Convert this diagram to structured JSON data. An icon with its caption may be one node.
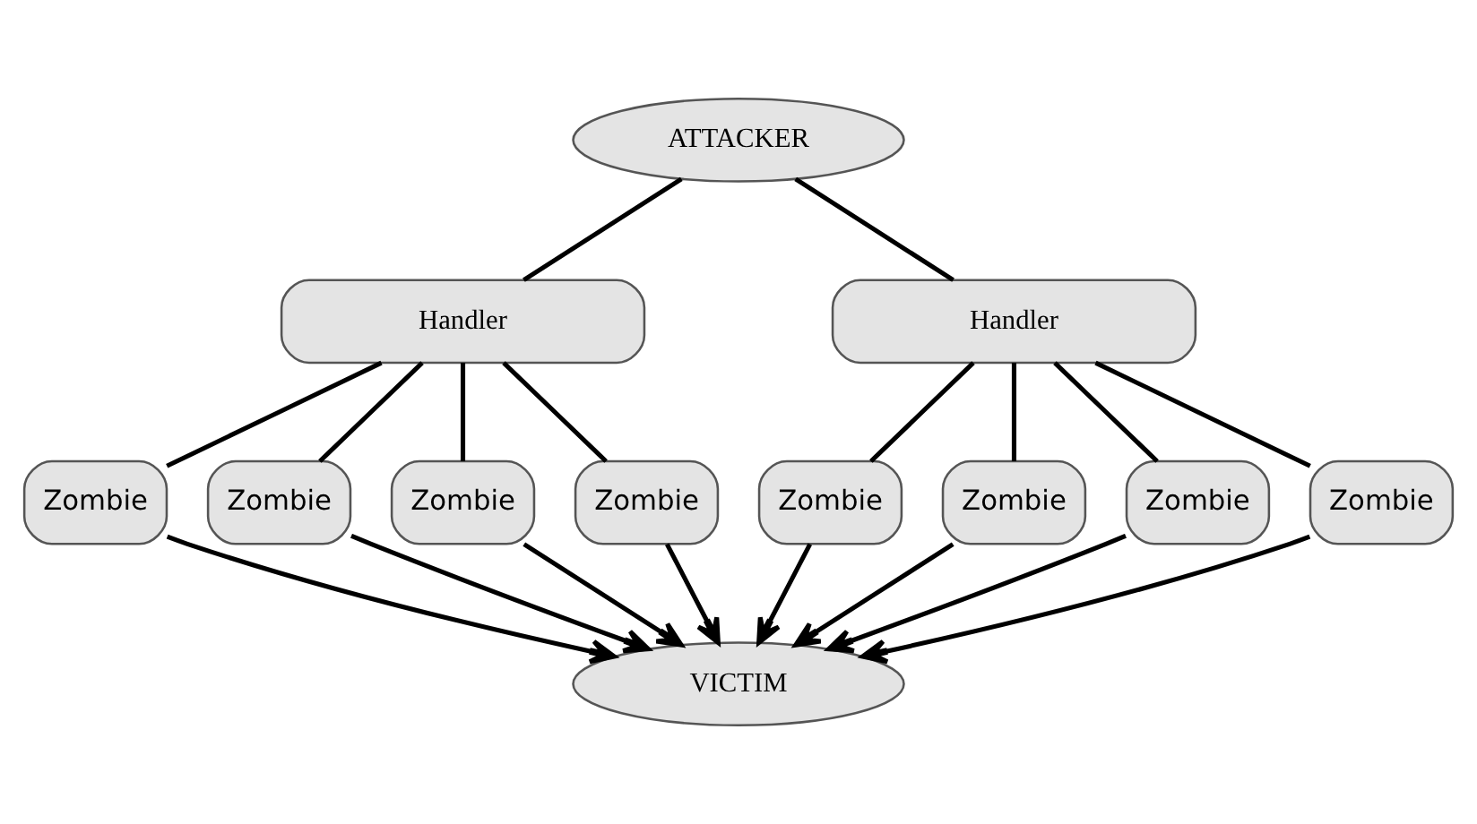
{
  "diagram": {
    "nodes": [
      {
        "text": [
          "ATTACKER"
        ]
      },
      {
        "text": [
          "Handler"
        ]
      },
      {
        "text": [
          "Handler"
        ]
      },
      {
        "text": [
          "Zombie"
        ]
      },
      {
        "text": [
          "Zombie"
        ]
      },
      {
        "text": [
          "Zombie"
        ]
      },
      {
        "text": [
          "Zombie"
        ]
      },
      {
        "text": [
          "Zombie"
        ]
      },
      {
        "text": [
          "Zombie"
        ]
      },
      {
        "text": [
          "Zombie"
        ]
      },
      {
        "text": [
          "Zombie"
        ]
      },
      {
        "text": [
          "VICTIM"
        ]
      }
    ],
    "edges": [
      {
        "from": 0,
        "to": 1,
        "arrow": "none"
      },
      {
        "from": 0,
        "to": 2,
        "arrow": "none"
      },
      {
        "from": 1,
        "to": 3,
        "arrow": "none"
      },
      {
        "from": 1,
        "to": 4,
        "arrow": "none"
      },
      {
        "from": 1,
        "to": 5,
        "arrow": "none"
      },
      {
        "from": 1,
        "to": 6,
        "arrow": "none"
      },
      {
        "from": 2,
        "to": 7,
        "arrow": "none"
      },
      {
        "from": 2,
        "to": 8,
        "arrow": "none"
      },
      {
        "from": 2,
        "to": 9,
        "arrow": "none"
      },
      {
        "from": 2,
        "to": 10,
        "arrow": "none"
      },
      {
        "from": 3,
        "to": 11,
        "arrow": "to"
      },
      {
        "from": 4,
        "to": 11,
        "arrow": "to"
      },
      {
        "from": 5,
        "to": 11,
        "arrow": "to"
      },
      {
        "from": 6,
        "to": 11,
        "arrow": "to"
      },
      {
        "from": 7,
        "to": 11,
        "arrow": "to"
      },
      {
        "from": 8,
        "to": 11,
        "arrow": "to"
      },
      {
        "from": 9,
        "to": 11,
        "arrow": "to"
      },
      {
        "from": 10,
        "to": 11,
        "arrow": "to"
      }
    ]
  }
}
